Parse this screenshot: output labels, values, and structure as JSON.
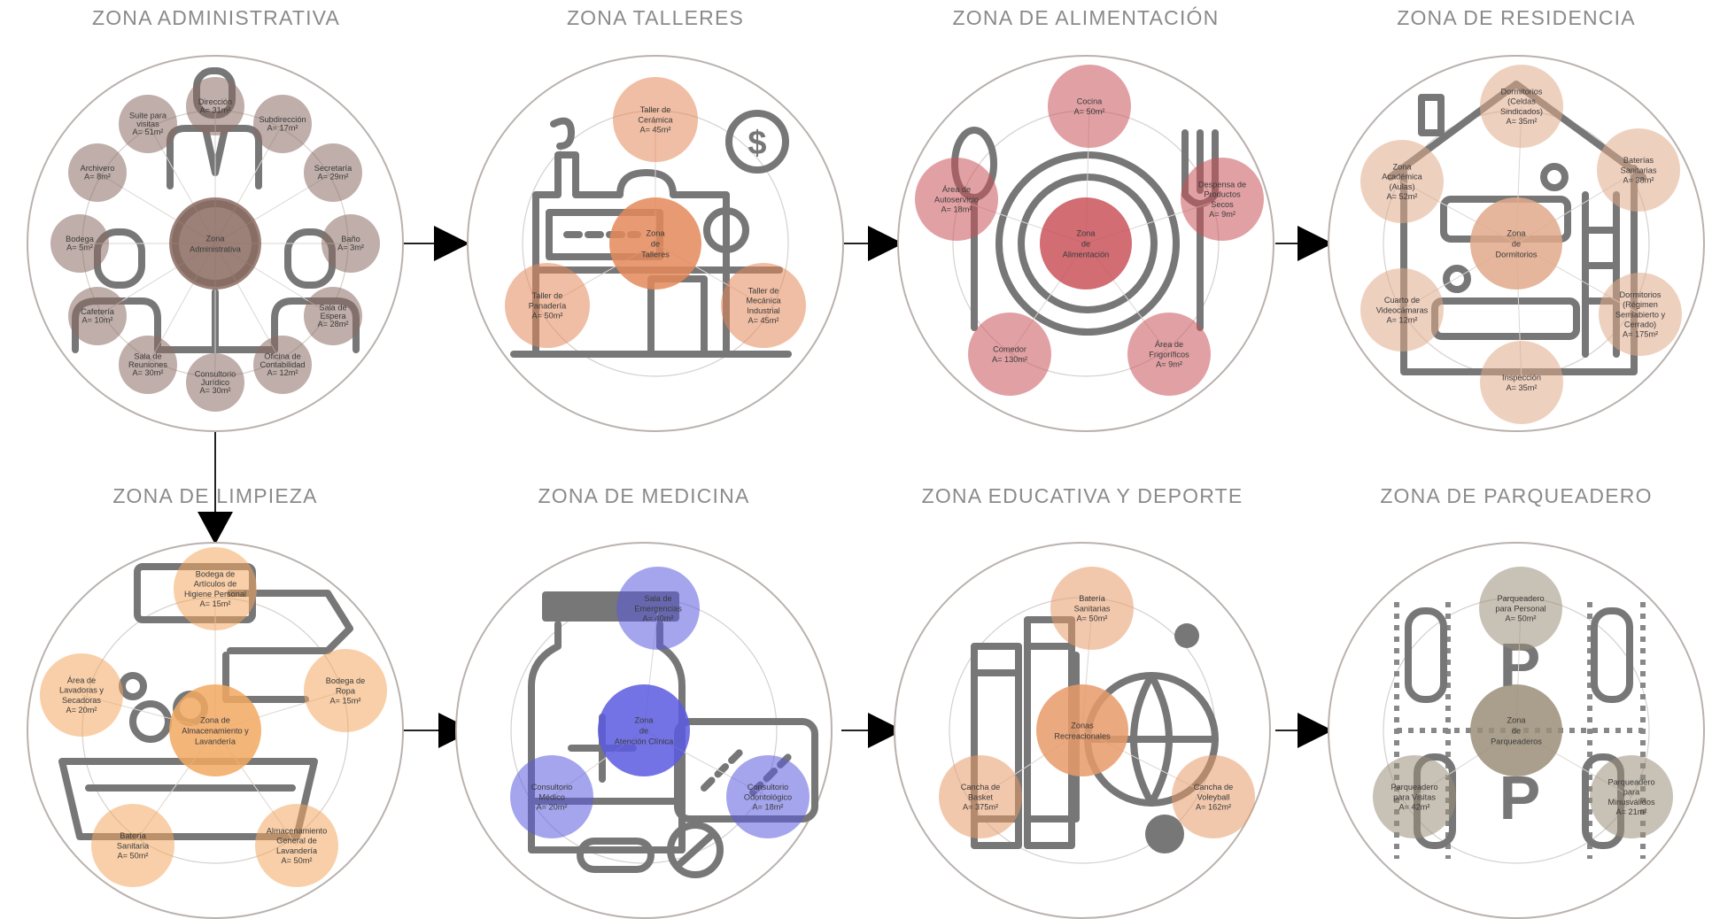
{
  "zones": [
    {
      "id": "administrativa",
      "title": "ZONA ADMINISTRATIVA",
      "color": "#8b6b62",
      "icon": "office-worker-icon",
      "center": {
        "lines": [
          "Zona",
          "Administrativa"
        ]
      },
      "bubbles": [
        {
          "lines": [
            "Dirección",
            "A= 31m²"
          ]
        },
        {
          "lines": [
            "Subdirección",
            "A= 17m²"
          ]
        },
        {
          "lines": [
            "Secretaría",
            "A= 29m²"
          ]
        },
        {
          "lines": [
            "Baño",
            "A= 3m²"
          ]
        },
        {
          "lines": [
            "Sala de",
            "Espera",
            "A= 28m²"
          ]
        },
        {
          "lines": [
            "Oficina de",
            "Contabilidad",
            "A= 12m²"
          ]
        },
        {
          "lines": [
            "Consultorio",
            "Jurídico",
            "A= 30m²"
          ]
        },
        {
          "lines": [
            "Sala de",
            "Reuniones",
            "A= 30m²"
          ]
        },
        {
          "lines": [
            "Cafetería",
            "A= 10m²"
          ]
        },
        {
          "lines": [
            "Bodega",
            "A= 5m²"
          ]
        },
        {
          "lines": [
            "Archivero",
            "A= 8m²"
          ]
        },
        {
          "lines": [
            "Suite para",
            "visitas",
            "A= 51m²"
          ]
        }
      ]
    },
    {
      "id": "talleres",
      "title": "ZONA TALLERES",
      "color": "#e4885a",
      "icon": "factory-icon",
      "center": {
        "lines": [
          "Zona",
          "de",
          "Talleres"
        ]
      },
      "bubbles": [
        {
          "lines": [
            "Taller de",
            "Cerámica",
            "A= 45m²"
          ]
        },
        {
          "lines": [
            "Taller de",
            "Mecánica",
            "Industrial",
            "A= 45m²"
          ]
        },
        {
          "lines": [
            "Taller de",
            "Panadería",
            "A= 50m²"
          ]
        }
      ]
    },
    {
      "id": "alimentacion",
      "title": "ZONA DE ALIMENTACIÓN",
      "color": "#c9545a",
      "icon": "plate-cutlery-icon",
      "center": {
        "lines": [
          "Zona",
          "de",
          "Alimentación"
        ]
      },
      "bubbles": [
        {
          "lines": [
            "Cocina",
            "A= 50m²"
          ]
        },
        {
          "lines": [
            "Despensa de",
            "Productos",
            "Secos",
            "A= 9m²"
          ]
        },
        {
          "lines": [
            "Área de",
            "Frigoríficos",
            "A= 9m²"
          ]
        },
        {
          "lines": [
            "Comedor",
            "A= 130m²"
          ]
        },
        {
          "lines": [
            "Área de",
            "Autoservicio",
            "A= 18m²"
          ]
        }
      ]
    },
    {
      "id": "residencia",
      "title": "ZONA DE RESIDENCIA",
      "color": "#e0a98a",
      "icon": "house-bed-icon",
      "center": {
        "lines": [
          "Zona",
          "de",
          "Dormitorios"
        ]
      },
      "bubbles": [
        {
          "lines": [
            "Dormitorios",
            "(Celdas",
            "Sindicados)",
            "A= 35m²"
          ]
        },
        {
          "lines": [
            "Baterías",
            "Sanitarias",
            "A= 38m²"
          ]
        },
        {
          "lines": [
            "Dormitorios",
            "(Régimen",
            "Semiabierto y",
            "Cerrado)",
            "A= 175m²"
          ]
        },
        {
          "lines": [
            "Inspección",
            "A= 35m²"
          ]
        },
        {
          "lines": [
            "Cuarto de",
            "Videocámaras",
            "A= 12m²"
          ]
        },
        {
          "lines": [
            "Zona",
            "Académica",
            "(Aulas)",
            "A= 52m²"
          ]
        }
      ]
    },
    {
      "id": "limpieza",
      "title": "ZONA DE LIMPIEZA",
      "color": "#f2a861",
      "icon": "laundry-basket-icon",
      "center": {
        "lines": [
          "Zona de",
          "Almacenamiento y",
          "Lavandería"
        ]
      },
      "bubbles": [
        {
          "lines": [
            "Bodega de",
            "Artículos de",
            "Higiene Personal",
            "A= 15m²"
          ]
        },
        {
          "lines": [
            "Bodega de",
            "Ropa",
            "A= 15m²"
          ]
        },
        {
          "lines": [
            "Almacenamiento",
            "General de",
            "Lavandería",
            "A= 50m²"
          ]
        },
        {
          "lines": [
            "Batería",
            "Sanitaria",
            "A= 50m²"
          ]
        },
        {
          "lines": [
            "Área de",
            "Lavadoras y",
            "Secadoras",
            "A= 20m²"
          ]
        }
      ]
    },
    {
      "id": "medicina",
      "title": "ZONA DE MEDICINA",
      "color": "#5b5be0",
      "icon": "medicine-bottle-icon",
      "center": {
        "lines": [
          "Zona",
          "de",
          "Atención Clínica"
        ]
      },
      "bubbles": [
        {
          "lines": [
            "Sala de",
            "Emergencias",
            "A= 40m²"
          ]
        },
        {
          "lines": [
            "Consultorio",
            "Odontológico",
            "A= 18m²"
          ]
        },
        {
          "lines": [
            "Consultorio",
            "Médico",
            "A= 20m²"
          ]
        }
      ]
    },
    {
      "id": "educativa",
      "title": "ZONA EDUCATIVA Y DEPORTE",
      "color": "#e89a6a",
      "icon": "books-ball-icon",
      "center": {
        "lines": [
          "Zonas",
          "Recreacionales"
        ]
      },
      "bubbles": [
        {
          "lines": [
            "Batería",
            "Sanitarias",
            "A= 50m²"
          ]
        },
        {
          "lines": [
            "Cancha de",
            "Voleyball",
            "A= 162m²"
          ]
        },
        {
          "lines": [
            "Cancha de",
            "Basket",
            "A= 375m²"
          ]
        }
      ]
    },
    {
      "id": "parqueadero",
      "title": "ZONA DE PARQUEADERO",
      "color": "#9b8e78",
      "icon": "parking-lot-icon",
      "center": {
        "lines": [
          "Zona",
          "de",
          "Parqueaderos"
        ]
      },
      "bubbles": [
        {
          "lines": [
            "Parqueadero",
            "para Personal",
            "A= 50m²"
          ]
        },
        {
          "lines": [
            "Parqueadero",
            "para",
            "Minusválidos",
            "A= 21m²"
          ]
        },
        {
          "lines": [
            "Parqueadero",
            "para Visitas",
            "A= 42m²"
          ]
        }
      ]
    }
  ],
  "flow": [
    {
      "from": "administrativa",
      "to": "talleres",
      "direction": "right"
    },
    {
      "from": "talleres",
      "to": "alimentacion",
      "direction": "right"
    },
    {
      "from": "alimentacion",
      "to": "residencia",
      "direction": "right"
    },
    {
      "from": "administrativa",
      "to": "limpieza",
      "direction": "down"
    },
    {
      "from": "limpieza",
      "to": "medicina",
      "direction": "right"
    },
    {
      "from": "medicina",
      "to": "educativa",
      "direction": "right"
    },
    {
      "from": "educativa",
      "to": "parqueadero",
      "direction": "right"
    }
  ]
}
